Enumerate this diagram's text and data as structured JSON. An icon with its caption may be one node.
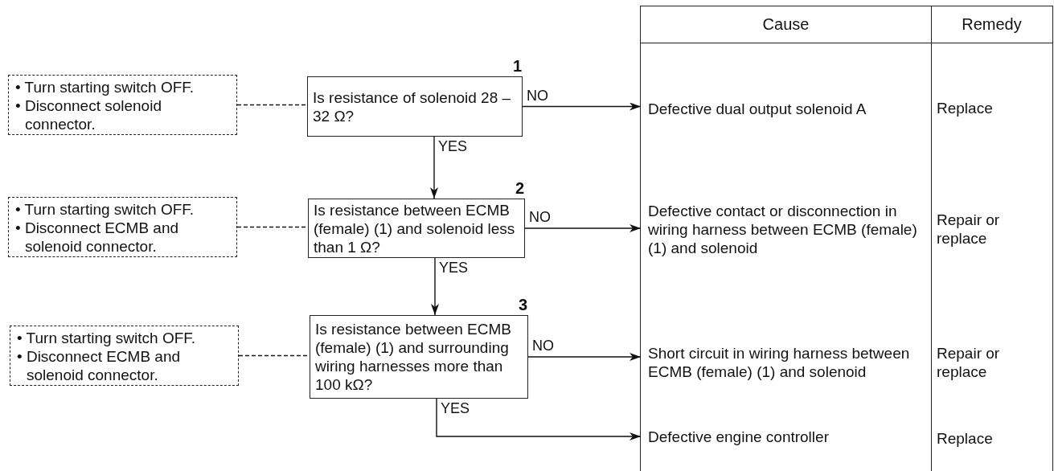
{
  "diagram": {
    "nodes": [
      {
        "text": [
          "• Turn starting switch OFF.",
          "• Disconnect solenoid connector."
        ]
      },
      {
        "text": [
          "• Turn starting switch OFF.",
          "• Disconnect ECMB and solenoid connector."
        ]
      },
      {
        "text": [
          "• Turn starting switch OFF.",
          "• Disconnect ECMB and solenoid connector."
        ]
      },
      {
        "text": [
          "Is resistance of solenoid 28 – 32 Ω?"
        ],
        "beside": [
          "1"
        ]
      },
      {
        "text": [
          "Is resistance between ECMB (female) (1) and solenoid less than 1 Ω?"
        ],
        "beside": [
          "2"
        ]
      },
      {
        "text": [
          "Is resistance between ECMB (female) (1) and surrounding wiring harnesses more than 100 kΩ?"
        ],
        "beside": [
          "3"
        ]
      },
      {
        "text": [
          "Defective dual output solenoid A"
        ]
      },
      {
        "text": [
          "Defective contact or disconnection in wiring harness between ECMB (female) (1) and solenoid"
        ]
      },
      {
        "text": [
          "Short circuit in wiring harness between ECMB (female) (1) and solenoid"
        ]
      },
      {
        "text": [
          "Defective engine controller"
        ]
      }
    ],
    "edges": [
      {
        "from": 0,
        "to": 3,
        "arrow": "none",
        "style": "dashed"
      },
      {
        "from": 3,
        "to": 6,
        "arrow": "to",
        "label": "NO"
      },
      {
        "from": 3,
        "to": 4,
        "arrow": "to",
        "label": "YES"
      },
      {
        "from": 1,
        "to": 4,
        "arrow": "none",
        "style": "dashed"
      },
      {
        "from": 4,
        "to": 7,
        "arrow": "to",
        "label": "NO"
      },
      {
        "from": 4,
        "to": 5,
        "arrow": "to",
        "label": "YES"
      },
      {
        "from": 2,
        "to": 5,
        "arrow": "none",
        "style": "dashed"
      },
      {
        "from": 5,
        "to": 8,
        "arrow": "to",
        "label": "NO"
      },
      {
        "from": 5,
        "to": 9,
        "arrow": "to",
        "label": "YES"
      }
    ],
    "labels": [
      "Cause",
      "Remedy",
      "Replace",
      "Repair or replace",
      "Repair or replace",
      "Replace"
    ]
  }
}
